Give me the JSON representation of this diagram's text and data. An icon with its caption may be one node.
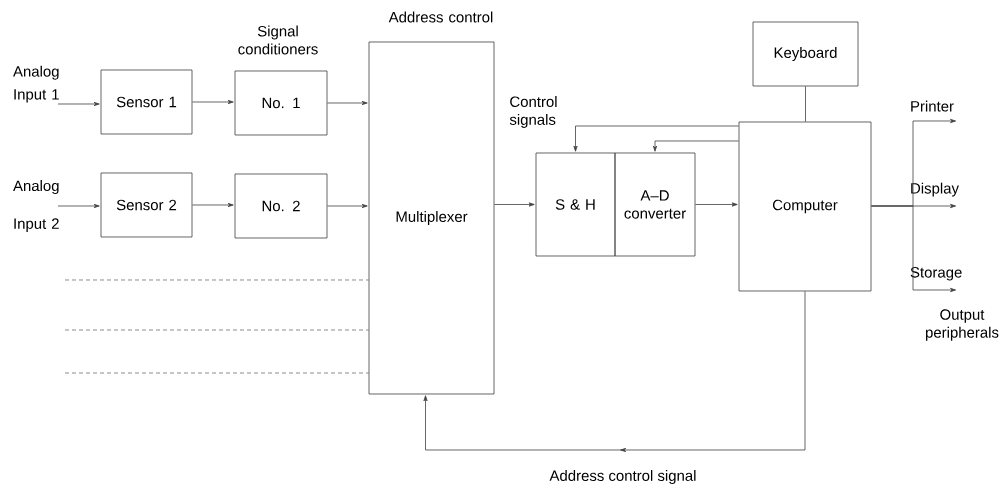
{
  "diagram": {
    "nodes": [
      {
        "text": [
          "Analog Input 1"
        ]
      },
      {
        "text": [
          "Sensor 1"
        ]
      },
      {
        "text": [
          "No. 1"
        ]
      },
      {
        "text": [
          "Analog Input 2"
        ]
      },
      {
        "text": [
          "Sensor 2"
        ]
      },
      {
        "text": [
          "No. 2"
        ]
      },
      {
        "text": [
          "Multiplexer"
        ]
      },
      {
        "text": [
          "S & H"
        ]
      },
      {
        "text": [
          "A–D converter"
        ]
      },
      {
        "text": [
          "Computer"
        ]
      },
      {
        "text": [
          "Keyboard"
        ]
      },
      {
        "text": [
          "Printer"
        ]
      },
      {
        "text": [
          "Display"
        ]
      },
      {
        "text": [
          "Storage"
        ]
      }
    ],
    "edges": [
      {
        "from": 0,
        "to": 1,
        "arrow": "to"
      },
      {
        "from": 1,
        "to": 2,
        "arrow": "to"
      },
      {
        "from": 2,
        "to": 6,
        "arrow": "to"
      },
      {
        "from": 3,
        "to": 4,
        "arrow": "to"
      },
      {
        "from": 4,
        "to": 5,
        "arrow": "to"
      },
      {
        "from": 5,
        "to": 6,
        "arrow": "to"
      },
      {
        "from": null,
        "to": 6,
        "arrow": "none",
        "style": "dashed"
      },
      {
        "from": null,
        "to": 6,
        "arrow": "none",
        "style": "dashed"
      },
      {
        "from": null,
        "to": 6,
        "arrow": "none",
        "style": "dashed"
      },
      {
        "from": 6,
        "to": 7,
        "arrow": "to"
      },
      {
        "from": 8,
        "to": 9,
        "arrow": "to"
      },
      {
        "from": 9,
        "to": 7,
        "arrow": "to"
      },
      {
        "from": 9,
        "to": 8,
        "arrow": "to"
      },
      {
        "from": 10,
        "to": 9,
        "arrow": "none"
      },
      {
        "from": 9,
        "to": 11,
        "arrow": "to"
      },
      {
        "from": 9,
        "to": 12,
        "arrow": "to"
      },
      {
        "from": 9,
        "to": 13,
        "arrow": "to"
      },
      {
        "from": 9,
        "to": 6,
        "arrow": "to",
        "label": "Address control signal"
      }
    ],
    "labels": [
      "Address control",
      "Signal conditioners",
      "Control signals",
      "Output peripherals"
    ]
  }
}
